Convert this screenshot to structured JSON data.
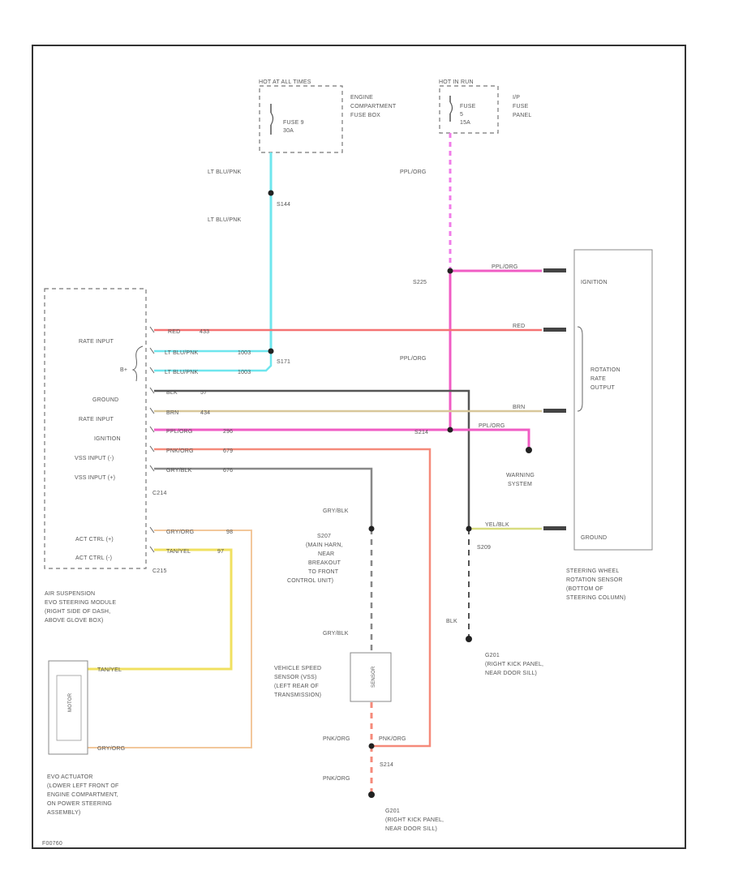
{
  "colors": {
    "lt_blu_pnk": "#6fe6ee",
    "ppl_org": "#f05cc4",
    "ppl_org_dash": "#f07ce8",
    "red": "#f57373",
    "blk": "#555555",
    "brn": "#d8c79a",
    "pnk_org": "#f58a7a",
    "gry_blk": "#888888",
    "gry_org": "#f2c79b",
    "tan_yel": "#f0e060",
    "yel_blk": "#d8dc80"
  },
  "fuses": {
    "left": {
      "header": "HOT AT ALL TIMES",
      "fuse": "FUSE 9",
      "rating": "30A",
      "location": [
        "ENGINE",
        "COMPARTMENT",
        "FUSE BOX"
      ]
    },
    "right": {
      "header": "HOT IN RUN",
      "fuse": "FUSE",
      "number": "5",
      "rating": "15A",
      "location": [
        "I/P",
        "FUSE",
        "PANEL"
      ]
    }
  },
  "splices": {
    "s144": "S144",
    "s171": "S171",
    "s225": "S225",
    "s214": "S214",
    "s209": "S209",
    "s207": "S207",
    "g201a": "G201",
    "g201b": "G201"
  },
  "wire_labels": {
    "lt_blu_pnk": "LT BLU/PNK",
    "ppl_org": "PPL/ORG",
    "red": "RED",
    "blk": "BLK",
    "brn": "BRN",
    "pnk_org": "PNK/ORG",
    "gry_blk": "GRY/BLK",
    "gry_org": "GRY/ORG",
    "tan_yel": "TAN/YEL",
    "yel_blk": "YEL/BLK"
  },
  "circuits": {
    "red": "433",
    "lt1": "1003",
    "lt2": "1003",
    "blk": "57",
    "brn": "434",
    "ppl": "296",
    "pnk": "679",
    "gry": "676",
    "gryorg": "98",
    "tanyel": "97"
  },
  "module": {
    "pins": [
      "RATE INPUT",
      "B+",
      "GROUND",
      "RATE INPUT",
      "IGNITION",
      "VSS INPUT (-)",
      "VSS INPUT (+)",
      "ACT CTRL (+)",
      "ACT CTRL (-)"
    ],
    "connector_a": "C214",
    "connector_b": "C215",
    "title": [
      "AIR SUSPENSION",
      "EVO STEERING MODULE",
      "(RIGHT SIDE OF DASH,",
      "ABOVE GLOVE BOX)"
    ]
  },
  "sensor": {
    "pins": [
      "IGNITION",
      "ROTATION",
      "RATE",
      "OUTPUT",
      "GROUND"
    ],
    "title": [
      "STEERING WHEEL",
      "ROTATION SENSOR",
      "(BOTTOM OF",
      "STEERING COLUMN)"
    ]
  },
  "warning_system": [
    "WARNING",
    "SYSTEM"
  ],
  "s207_note": [
    "(MAIN HARN,",
    "NEAR",
    "BREAKOUT",
    "TO FRONT",
    "CONTROL UNIT)"
  ],
  "g201_note": [
    "(RIGHT KICK PANEL,",
    "NEAR DOOR SILL)"
  ],
  "vss": {
    "title": [
      "VEHICLE SPEED",
      "SENSOR (VSS)",
      "(LEFT REAR OF",
      "TRANSMISSION)"
    ],
    "inner": "SENSOR"
  },
  "actuator": {
    "title": [
      "EVO ACTUATOR",
      "(LOWER LEFT FRONT OF",
      "ENGINE COMPARTMENT,",
      "ON POWER STEERING",
      "ASSEMBLY)"
    ],
    "inner": "MOTOR"
  },
  "footer_code": "F00760"
}
